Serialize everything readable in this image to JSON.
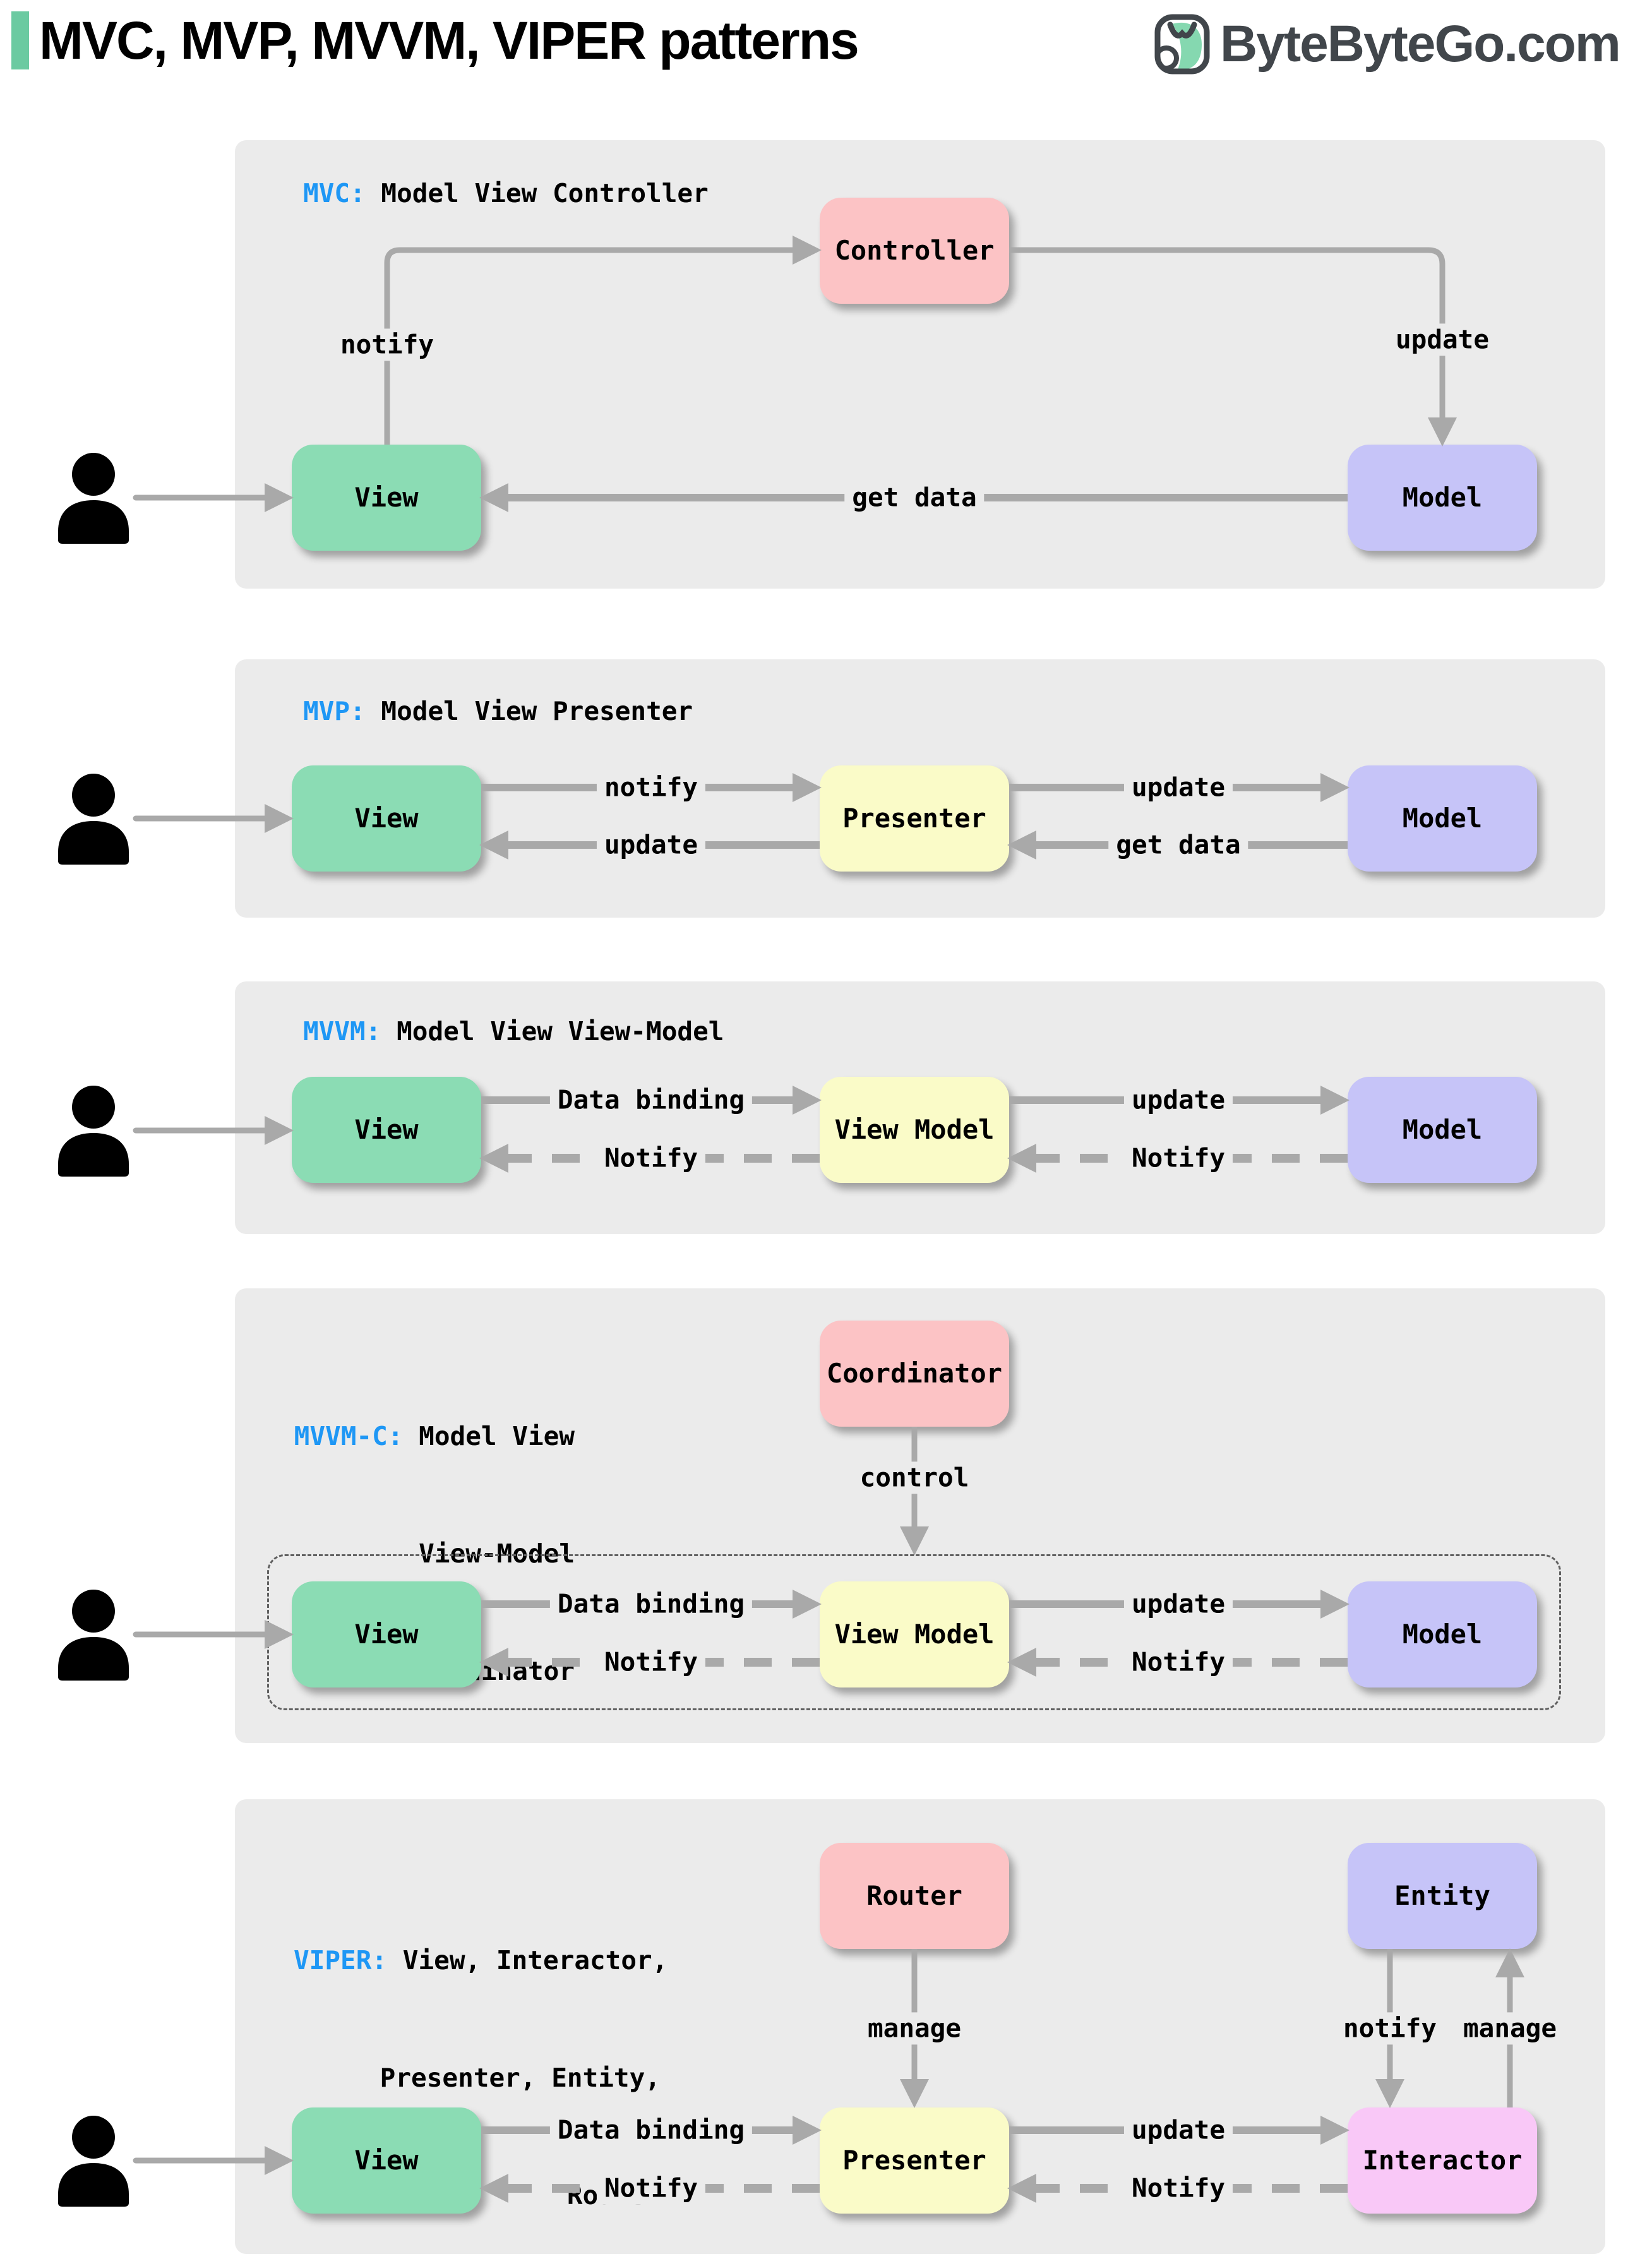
{
  "header": {
    "title": "MVC, MVP, MVVM, VIPER patterns",
    "logo": {
      "text": "ByteByteGo.com",
      "icon": "bytebytego-bird-icon"
    }
  },
  "icons": {
    "user": "user-icon",
    "logo": "bytebytego-bird-icon"
  },
  "colors": {
    "panel_bg": "#ebebeb",
    "box_green": "#8bdcb4",
    "box_pink": "#fcc3c5",
    "box_yellow": "#fafbc8",
    "box_purple": "#c6c4f8",
    "box_magenta": "#f9c8f7",
    "arrow": "#a9a9a9",
    "label_blue": "#1e97f5",
    "accent_bar": "#6bcaa1",
    "logo_dark": "#41464b"
  },
  "panels": {
    "mvc": {
      "abbr": "MVC:",
      "rest": " Model View Controller",
      "boxes": {
        "controller": "Controller",
        "view": "View",
        "model": "Model"
      },
      "arrows": {
        "notify": "notify",
        "update": "update",
        "get_data": "get data"
      }
    },
    "mvp": {
      "abbr": "MVP:",
      "rest": " Model View Presenter",
      "boxes": {
        "view": "View",
        "presenter": "Presenter",
        "model": "Model"
      },
      "arrows": {
        "notify": "notify",
        "update_model": "update",
        "update_view": "update",
        "get_data": "get data"
      }
    },
    "mvvm": {
      "abbr": "MVVM:",
      "rest": " Model View View-Model",
      "boxes": {
        "view": "View",
        "view_model": "View Model",
        "model": "Model"
      },
      "arrows": {
        "data_binding": "Data binding",
        "update": "update",
        "notify_view": "Notify",
        "notify_view_model": "Notify"
      }
    },
    "mvvmc": {
      "abbr": "MVVM-C:",
      "rest_line1": " Model View",
      "rest_line2": "View-Model",
      "rest_line3": "Coordinator",
      "boxes": {
        "coordinator": "Coordinator",
        "view": "View",
        "view_model": "View Model",
        "model": "Model"
      },
      "arrows": {
        "control": "control",
        "data_binding": "Data binding",
        "update": "update",
        "notify_view": "Notify",
        "notify_view_model": "Notify"
      }
    },
    "viper": {
      "abbr": "VIPER:",
      "rest_line1": " View, Interactor,",
      "rest_line2": "Presenter, Entity,",
      "rest_line3": "Router",
      "boxes": {
        "router": "Router",
        "entity": "Entity",
        "view": "View",
        "presenter": "Presenter",
        "interactor": "Interactor"
      },
      "arrows": {
        "manage_router": "manage",
        "notify_entity": "notify",
        "manage_entity": "manage",
        "data_binding": "Data binding",
        "update": "update",
        "notify_view": "Notify",
        "notify_presenter": "Notify"
      }
    }
  }
}
